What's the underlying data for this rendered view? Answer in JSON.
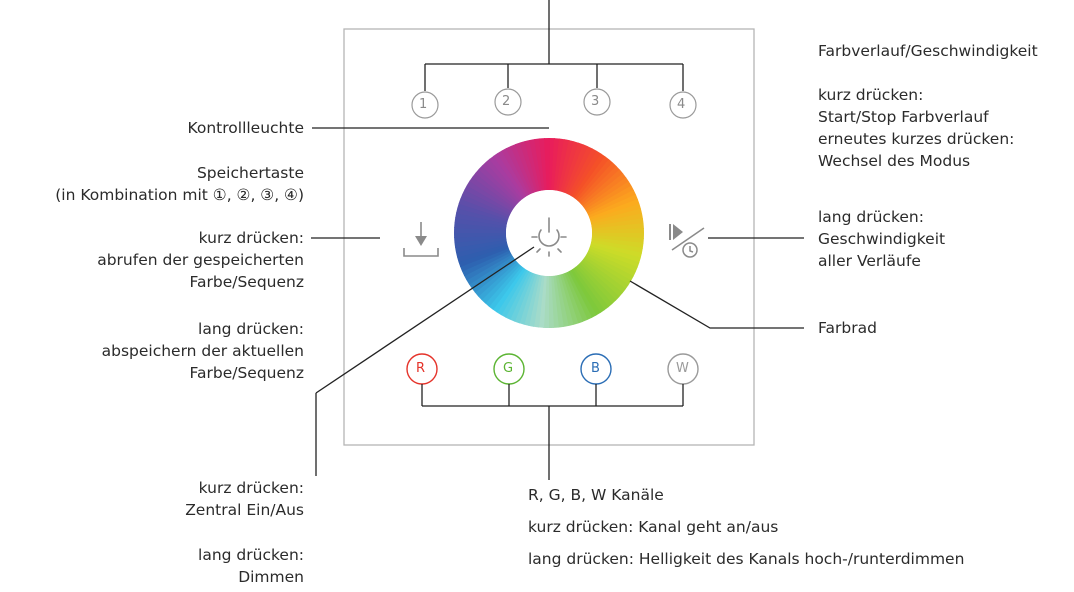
{
  "top_label": "Farbverlauf/Geschwindigkeit",
  "control_light_label": "Kontrollleuchte",
  "memory": {
    "title_1": "Speichertaste",
    "title_2": "(in Kombination mit ①, ②, ③, ④)",
    "short_1": "kurz drücken:",
    "short_2": "abrufen der gespeicherten",
    "short_3": "Farbe/Sequenz",
    "long_1": "lang drücken:",
    "long_2": "abspeichern der aktuellen",
    "long_3": "Farbe/Sequenz"
  },
  "central": {
    "short_1": "kurz drücken:",
    "short_2": "Zentral Ein/Aus",
    "long_1": "lang drücken:",
    "long_2": "Dimmen"
  },
  "gradient": {
    "title": "Farbverlauf/Geschwindigkeit",
    "short_1": "kurz drücken:",
    "short_2": "Start/Stop Farbverlauf",
    "short_3": "erneutes kurzes drücken:",
    "short_4": "Wechsel des Modus",
    "long_1": "lang drücken:",
    "long_2": "Geschwindigkeit",
    "long_3": "aller Verläufe"
  },
  "color_wheel_label": "Farbrad",
  "channels": {
    "title": "R, G, B, W Kanäle",
    "short": "kurz drücken: Kanal geht an/aus",
    "long": "lang drücken: Helligkeit des Kanals hoch-/runterdimmen"
  },
  "buttons": {
    "memory": [
      "1",
      "2",
      "3",
      "4"
    ],
    "channels": [
      "R",
      "G",
      "B",
      "W"
    ]
  },
  "colors": {
    "red": "#e5332a",
    "green": "#5bb432",
    "blue": "#2a6db5",
    "gray": "#9a9a9a"
  }
}
